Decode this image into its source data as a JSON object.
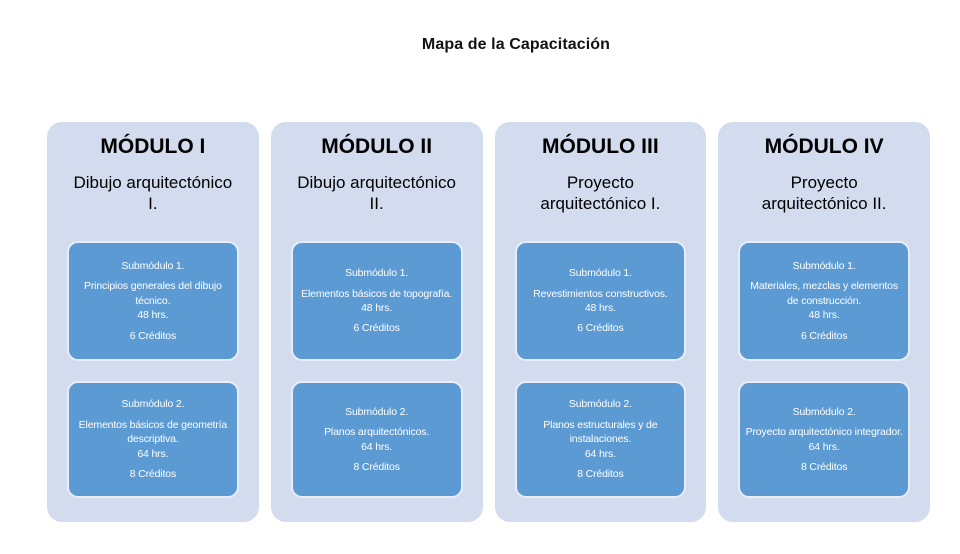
{
  "page": {
    "title": "Mapa de la Capacitación"
  },
  "colors": {
    "module_card_bg": "#d2dcee",
    "submodule_bg": "#5b9ad2",
    "submodule_border": "#e7eef8",
    "submodule_text": "#ffffff",
    "heading_text": "#000000"
  },
  "modules": [
    {
      "name": "MÓDULO I",
      "subtitle": "Dibujo arquitectónico I.",
      "submodules": [
        {
          "name": "Submódulo 1.",
          "description": "Principios generales del dibujo técnico.",
          "hours": "48 hrs.",
          "credits": "6 Créditos"
        },
        {
          "name": "Submódulo 2.",
          "description": "Elementos básicos de geometría descriptiva.",
          "hours": "64 hrs.",
          "credits": "8 Créditos"
        }
      ]
    },
    {
      "name": "MÓDULO II",
      "subtitle": "Dibujo arquitectónico II.",
      "submodules": [
        {
          "name": "Submódulo 1.",
          "description": "Elementos básicos de topografía.",
          "hours": "48 hrs.",
          "credits": "6 Créditos"
        },
        {
          "name": "Submódulo 2.",
          "description": "Planos arquitectónicos.",
          "hours": "64 hrs.",
          "credits": "8 Créditos"
        }
      ]
    },
    {
      "name": "MÓDULO III",
      "subtitle": "Proyecto arquitectónico I.",
      "submodules": [
        {
          "name": "Submódulo 1.",
          "description": "Revestimientos constructivos.",
          "hours": "48 hrs.",
          "credits": "6 Créditos"
        },
        {
          "name": "Submódulo 2.",
          "description": "Planos estructurales y de instalaciones.",
          "hours": "64 hrs.",
          "credits": "8 Créditos"
        }
      ]
    },
    {
      "name": "MÓDULO IV",
      "subtitle": "Proyecto arquitectónico II.",
      "submodules": [
        {
          "name": "Submódulo 1.",
          "description": "Materiales, mezclas y elementos de construcción.",
          "hours": "48 hrs.",
          "credits": "6 Créditos"
        },
        {
          "name": "Submódulo 2.",
          "description": "Proyecto arquitectónico integrador.",
          "hours": "64 hrs.",
          "credits": "8 Créditos"
        }
      ]
    }
  ]
}
